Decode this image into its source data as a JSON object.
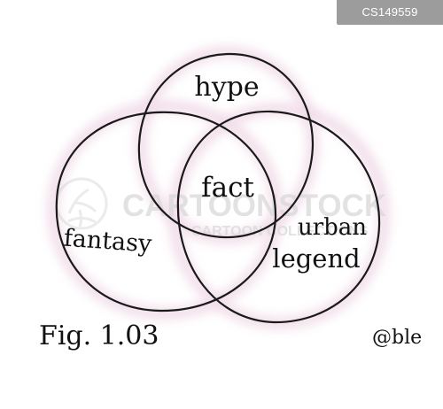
{
  "badge": {
    "id": "CS149559"
  },
  "watermark": {
    "brand": "CARTOONSTOCK",
    "site": "CARTOON COLLECTIONS"
  },
  "venn": {
    "hype": "hype",
    "fact": "fact",
    "fantasy": "fantasy",
    "urban_line1": "urban",
    "urban_line2": "legend"
  },
  "caption": {
    "figure": "Fig. 1.03",
    "signature": "@ble"
  }
}
